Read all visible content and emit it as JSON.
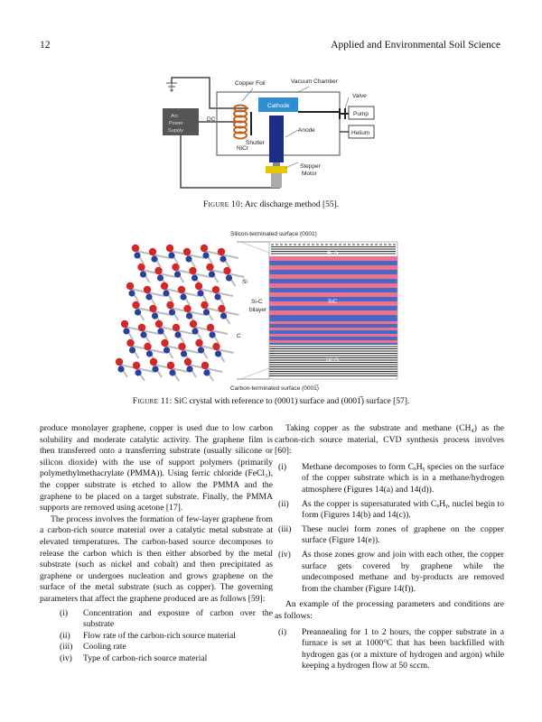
{
  "header": {
    "page_number": "12",
    "journal": "Applied and Environmental Soil Science"
  },
  "figure10": {
    "labels": {
      "copper_foil": "Copper Foil",
      "vacuum_chamber": "Vacuum Chamber",
      "cathode": "Cathode",
      "valve": "Valve",
      "pump": "Pump",
      "arc_power_line1": "Arc",
      "arc_power_line2": "Power",
      "arc_power_line3": "Supply",
      "dc": "DC",
      "anode": "Anode",
      "helium": "Helium",
      "shutter": "Shutter",
      "nicr": "NiCr",
      "stepper_line1": "Stepper",
      "stepper_line2": "Motor"
    },
    "caption_label": "Figure 10:",
    "caption_text": " Arc discharge method [55]."
  },
  "figure11": {
    "labels": {
      "top_surface": "Silicon-terminated surface (0001)",
      "bottom_surface": "Carbon-terminated surface (0001̅)",
      "si": "Si",
      "sic_bilayer_line1": "Si-C",
      "sic_bilayer_line2": "bilayer",
      "c": "C",
      "flg": "FLG",
      "sic": "SiC",
      "mlg": "MLG"
    },
    "colors": {
      "si_atom": "#d42828",
      "c_atom": "#2b3f9e",
      "stripe_pink": "#f0728a",
      "stripe_blue": "#4a68c8"
    },
    "caption_label": "Figure 11:",
    "caption_text": " SiC crystal with reference to (0001) surface and (0001̅) surface [57]."
  },
  "left_column": {
    "p1": "produce monolayer graphene, copper is used due to low carbon solubility and moderate catalytic activity. The graphene film is then transferred onto a transferring substrate (usually silicone or silicon dioxide) with the use of support polymers (primarily polymethylmethacrylate (PMMA)). Using ferric chloride (FeCl₃), the copper substrate is etched to allow the PMMA and the graphene to be placed on a target substrate. Finally, the PMMA supports are removed using acetone [17].",
    "p2": "The process involves the formation of few-layer graphene from a carbon-rich source material over a catalytic metal substrate at elevated temperatures. The carbon-based source decomposes to release the carbon which is then either absorbed by the metal substrate (such as nickel and cobalt) and then precipitated as graphene or undergoes nucleation and grows graphene on the surface of the metal substrate (such as copper). The governing parameters that affect the graphene produced are as follows [59]:",
    "list": [
      {
        "num": "(i)",
        "text": "Concentration and exposure of carbon over the substrate"
      },
      {
        "num": "(ii)",
        "text": "Flow rate of the carbon-rich source material"
      },
      {
        "num": "(iii)",
        "text": "Cooling rate"
      },
      {
        "num": "(iv)",
        "text": "Type of carbon-rich source material"
      }
    ]
  },
  "right_column": {
    "p1": "Taking copper as the substrate and methane (CH₄) as the carbon-rich source material, CVD synthesis process involves [60]:",
    "list": [
      {
        "num": "(i)",
        "text": "Methane decomposes to form CₓHᵧ species on the surface of the copper substrate which is in a methane/hydrogen atmosphere (Figures 14(a) and 14(d))."
      },
      {
        "num": "(ii)",
        "text": "As the copper is supersaturated with CₓHᵧ, nuclei begin to form (Figures 14(b) and 14(c))."
      },
      {
        "num": "(iii)",
        "text": "These nuclei form zones of graphene on the copper surface (Figure 14(e))."
      },
      {
        "num": "(iv)",
        "text": "As those zones grow and join with each other, the copper surface gets covered by graphene while the undecomposed methane and by-products are removed from the chamber (Figure 14(f))."
      }
    ],
    "p2": "An example of the processing parameters and conditions are as follows:",
    "list2": [
      {
        "num": "(i)",
        "text": "Preannealing for 1 to 2 hours, the copper substrate in a furnace is set at 1000°C that has been backfilled with hydrogen gas (or a mixture of hydrogen and argon) while keeping a hydrogen flow at 50 sccm."
      }
    ]
  }
}
